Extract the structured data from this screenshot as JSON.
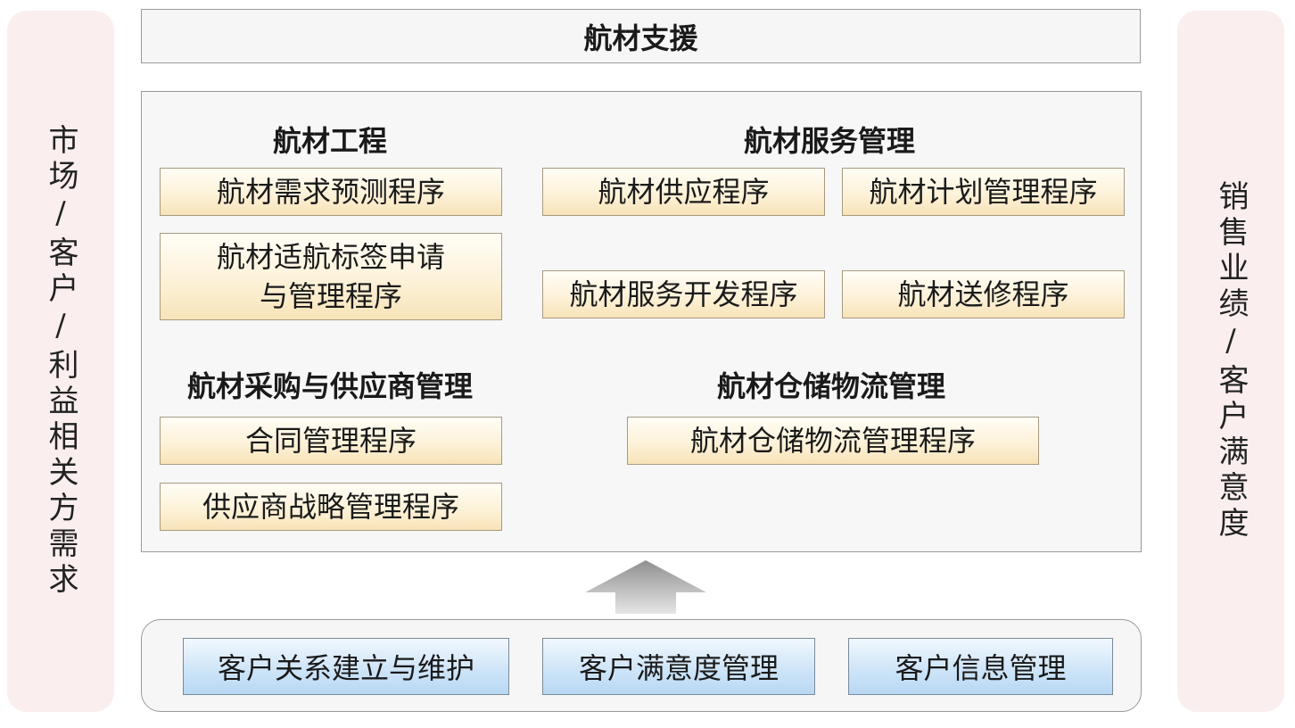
{
  "left_side": {
    "text": "市场/客户/利益相关方需求"
  },
  "right_side": {
    "text": "销售业绩/客户满意度"
  },
  "top_bar": {
    "title": "航材支援"
  },
  "main": {
    "engineering": {
      "heading": "航材工程",
      "items": [
        "航材需求预测程序",
        "航材适航标签申请",
        "与管理程序"
      ]
    },
    "service": {
      "heading": "航材服务管理",
      "items": [
        "航材供应程序",
        "航材计划管理程序",
        "航材服务开发程序",
        "航材送修程序"
      ]
    },
    "procurement": {
      "heading": "航材采购与供应商管理",
      "items": [
        "合同管理程序",
        "供应商战略管理程序"
      ]
    },
    "logistics": {
      "heading": "航材仓储物流管理",
      "items": [
        "航材仓储物流管理程序"
      ]
    }
  },
  "bottom": {
    "items": [
      "客户关系建立与维护",
      "客户满意度管理",
      "客户信息管理"
    ]
  }
}
